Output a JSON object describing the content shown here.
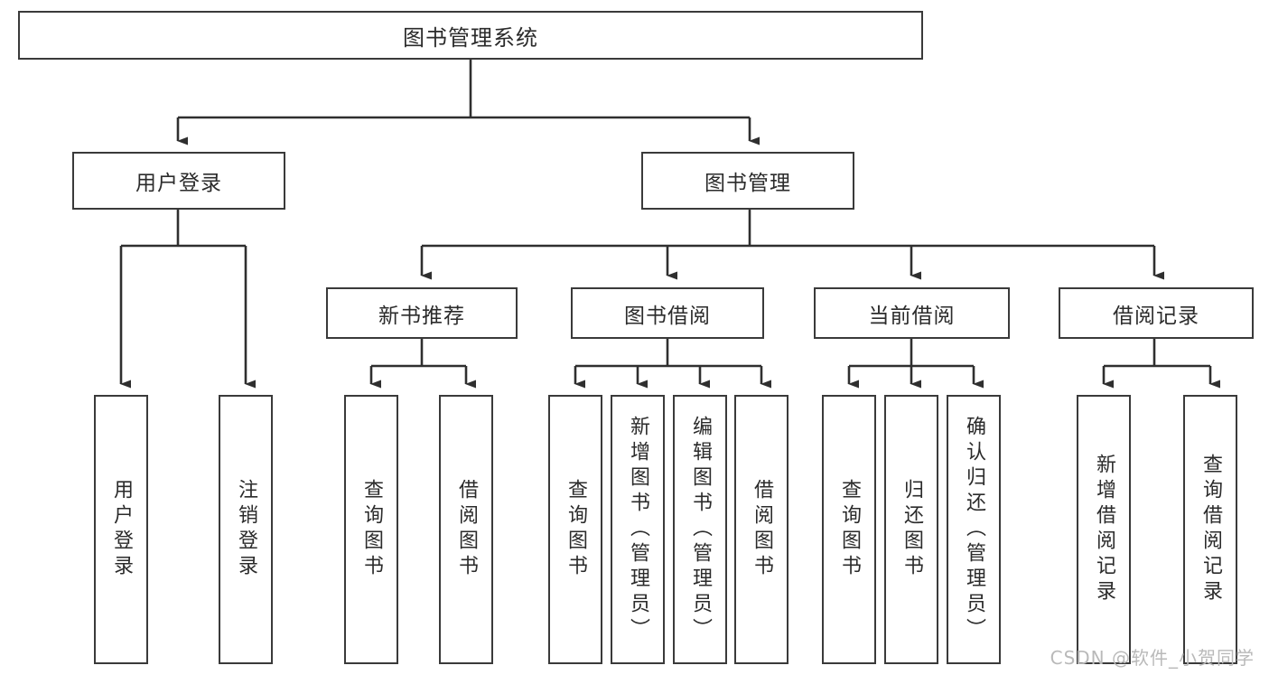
{
  "diagram": {
    "title": "图书管理系统",
    "type": "tree-hierarchy-chart",
    "root": {
      "label": "图书管理系统"
    },
    "level2": [
      {
        "label": "用户登录"
      },
      {
        "label": "图书管理"
      }
    ],
    "level3": [
      {
        "label": "新书推荐"
      },
      {
        "label": "图书借阅"
      },
      {
        "label": "当前借阅"
      },
      {
        "label": "借阅记录"
      }
    ],
    "leaves": {
      "user_login": [
        {
          "label": "用户登录"
        },
        {
          "label": "注销登录"
        }
      ],
      "new_book_recommend": [
        {
          "label": "查询图书"
        },
        {
          "label": "借阅图书"
        }
      ],
      "book_borrow": [
        {
          "label": "查询图书"
        },
        {
          "label": "新增图书（管理员）"
        },
        {
          "label": "编辑图书（管理员）"
        },
        {
          "label": "借阅图书"
        }
      ],
      "current_borrow": [
        {
          "label": "查询图书"
        },
        {
          "label": "归还图书"
        },
        {
          "label": "确认归还（管理员）"
        }
      ],
      "borrow_record": [
        {
          "label": "新增借阅记录"
        },
        {
          "label": "查询借阅记录"
        }
      ]
    }
  },
  "watermark": {
    "text": "CSDN @软件_小贺同学"
  },
  "colors": {
    "border": "#3a3a3a",
    "text": "#2b2b2b",
    "background": "#ffffff",
    "watermark": "#b9b9b9"
  }
}
